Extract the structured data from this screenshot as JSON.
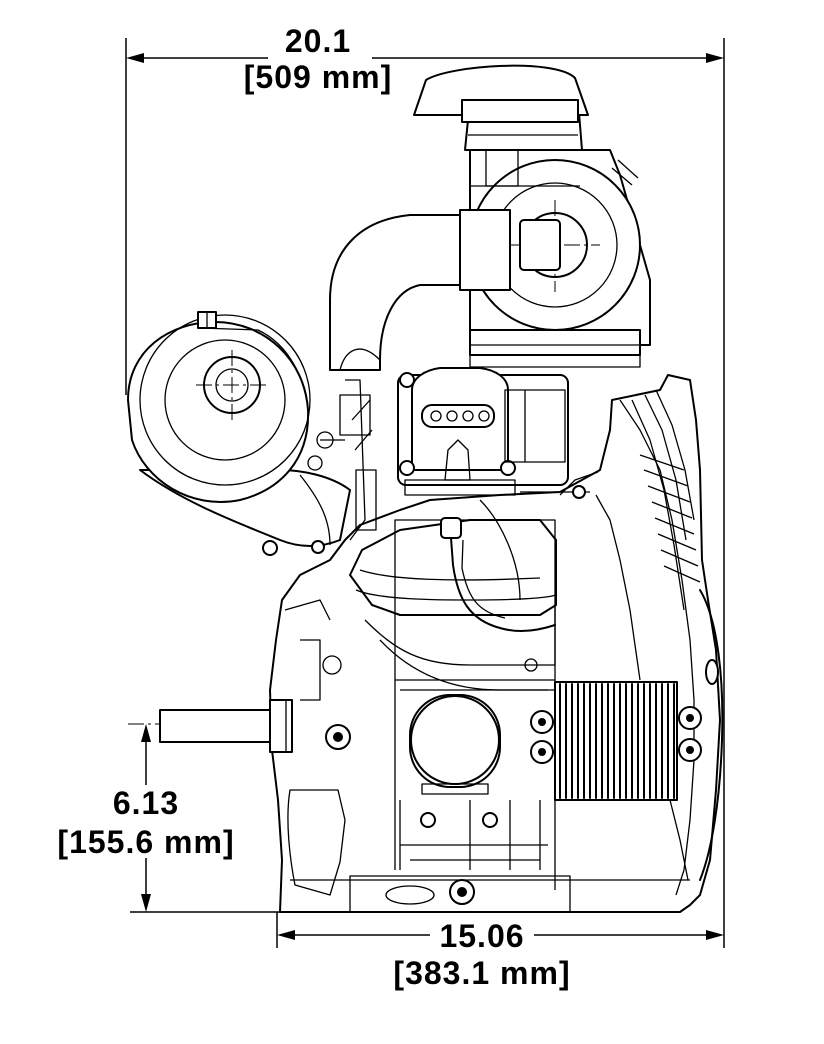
{
  "dimensions": {
    "overall_width": {
      "inches": "20.1",
      "mm": "[509 mm]"
    },
    "base_width": {
      "inches": "15.06",
      "mm": "[383.1 mm]"
    },
    "shaft_height": {
      "inches": "6.13",
      "mm": "[155.6 mm]"
    }
  },
  "colors": {
    "line": "#000000",
    "background": "#ffffff"
  }
}
